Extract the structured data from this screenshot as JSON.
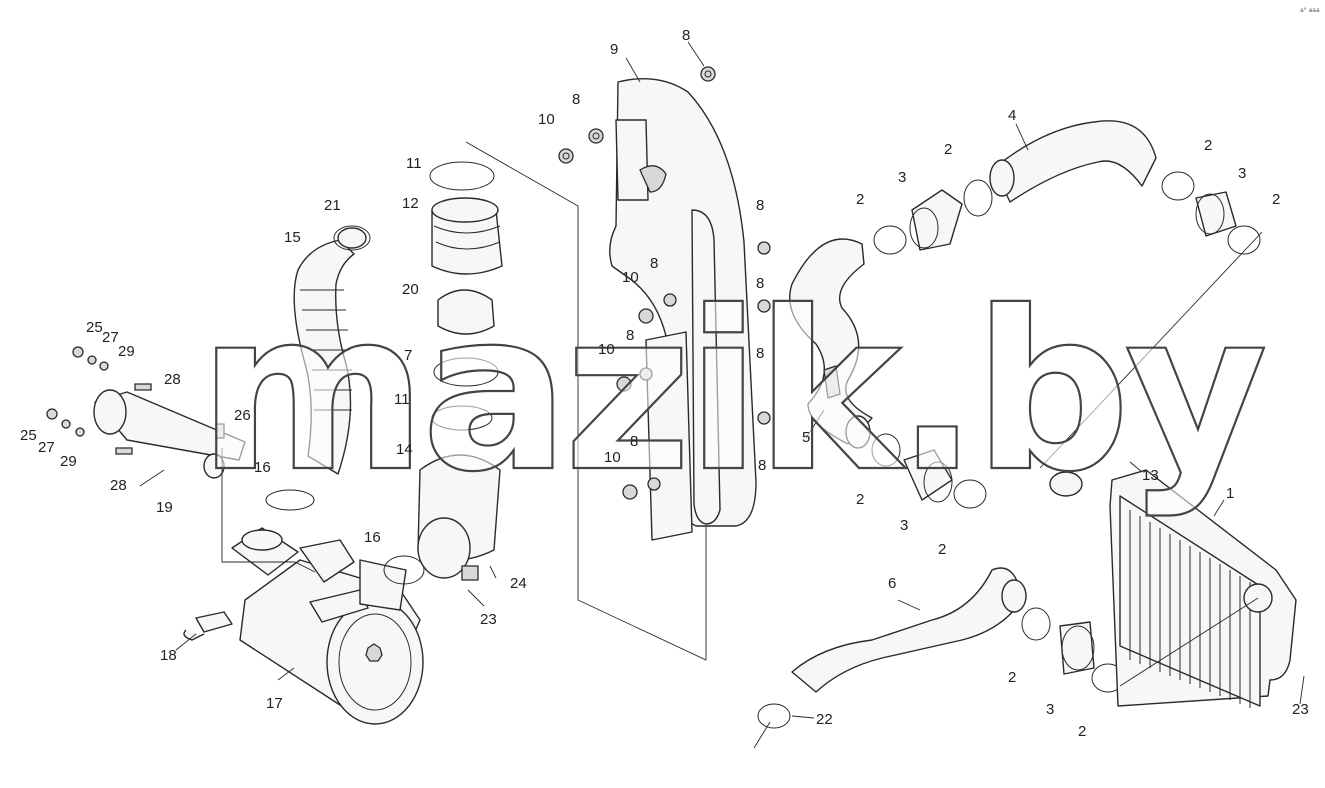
{
  "watermark": "mazik.by",
  "corner_mark": "a° aaa",
  "callouts": [
    "1",
    "2",
    "3",
    "4",
    "5",
    "6",
    "7",
    "8",
    "9",
    "10",
    "11",
    "12",
    "13",
    "14",
    "15",
    "16",
    "17",
    "18",
    "19",
    "20",
    "21",
    "22",
    "23",
    "24",
    "25",
    "26",
    "27",
    "28",
    "29"
  ]
}
